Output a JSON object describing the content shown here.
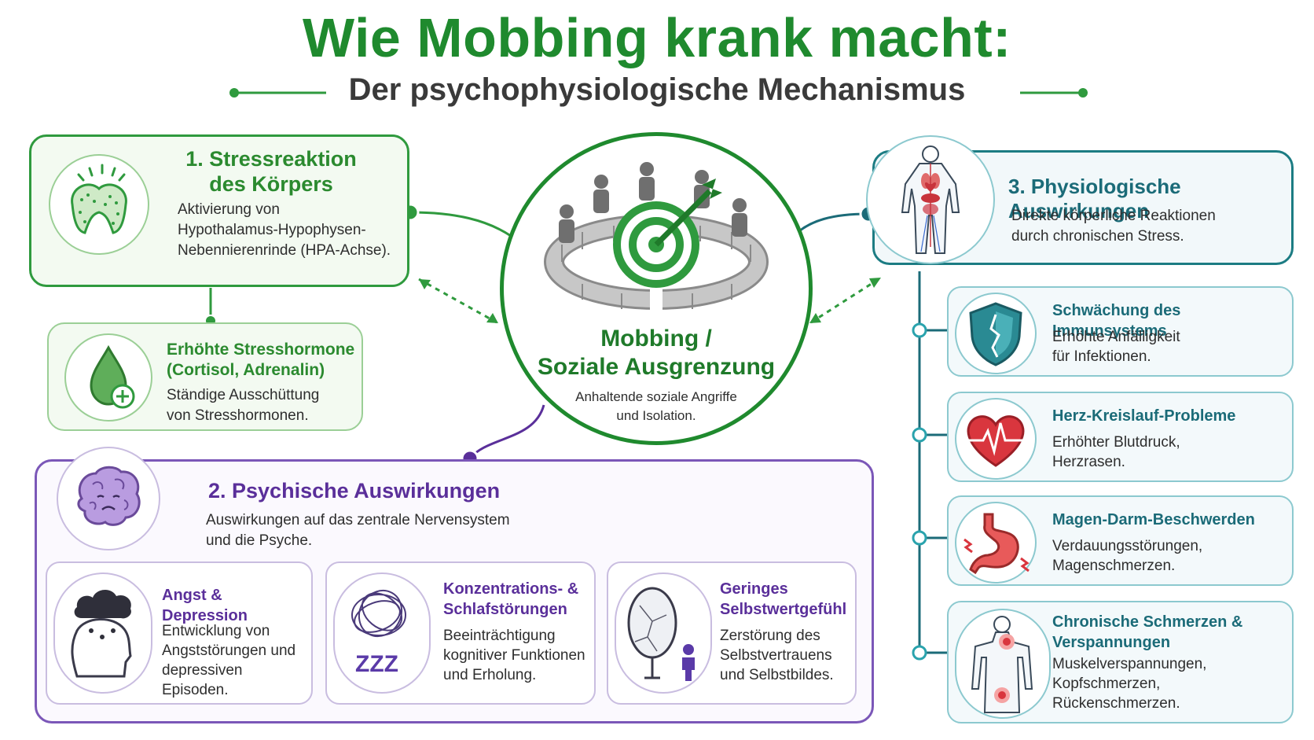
{
  "title": "Wie Mobbing krank macht:",
  "subtitle": "Der psychophysiologische Mechanismus",
  "center": {
    "title_line1": "Mobbing /",
    "title_line2": "Soziale Ausgrenzung",
    "desc_line1": "Anhaltende soziale Angriffe",
    "desc_line2": "und Isolation."
  },
  "section1": {
    "title_line1": "1. Stressreaktion",
    "title_line2": "des Körpers",
    "desc_line1": "Aktivierung von",
    "desc_line2": "Hypothalamus-Hypophysen-",
    "desc_line3": "Nebennierenrinde (HPA-Achse).",
    "sub": {
      "title_line1": "Erhöhte Stresshormone",
      "title_line2": "(Cortisol, Adrenalin)",
      "desc_line1": "Ständige Ausschüttung",
      "desc_line2": "von Stresshormonen."
    }
  },
  "section2": {
    "title": "2. Psychische Auswirkungen",
    "desc_line1": "Auswirkungen auf das zentrale Nervensystem",
    "desc_line2": "und die Psyche.",
    "cards": [
      {
        "title_line1": "Angst & Depression",
        "title_line2": "",
        "desc_line1": "Entwicklung von",
        "desc_line2": "Angststörungen und",
        "desc_line3": "depressiven Episoden."
      },
      {
        "title_line1": "Konzentrations- &",
        "title_line2": "Schlafstörungen",
        "desc_line1": "Beeinträchtigung",
        "desc_line2": "kognitiver Funktionen",
        "desc_line3": "und Erholung."
      },
      {
        "title_line1": "Geringes",
        "title_line2": "Selbstwertgefühl",
        "desc_line1": "Zerstörung des",
        "desc_line2": "Selbstvertrauens",
        "desc_line3": "und Selbstbildes."
      }
    ]
  },
  "section3": {
    "title": "3. Physiologische Auswirkungen",
    "desc_line1": "Direkte körperliche Reaktionen",
    "desc_line2": "durch chronischen Stress.",
    "items": [
      {
        "title_line1": "Schwächung des Immunsystems",
        "title_line2": "",
        "desc_line1": "Erhöhte Anfälligkeit",
        "desc_line2": "für Infektionen.",
        "desc_line3": ""
      },
      {
        "title_line1": "Herz-Kreislauf-Probleme",
        "title_line2": "",
        "desc_line1": "Erhöhter Blutdruck,",
        "desc_line2": "Herzrasen.",
        "desc_line3": ""
      },
      {
        "title_line1": "Magen-Darm-Beschwerden",
        "title_line2": "",
        "desc_line1": "Verdauungsstörungen,",
        "desc_line2": "Magenschmerzen.",
        "desc_line3": ""
      },
      {
        "title_line1": "Chronische Schmerzen &",
        "title_line2": "Verspannungen",
        "desc_line1": "Muskelverspannungen,",
        "desc_line2": "Kopfschmerzen,",
        "desc_line3": "Rückenschmerzen."
      }
    ]
  },
  "icons": {
    "zzz": "ZZZ"
  },
  "colors": {
    "green": "#2f9a3e",
    "purple": "#5a2f9a",
    "teal": "#1b6b78",
    "red": "#d9363e"
  }
}
